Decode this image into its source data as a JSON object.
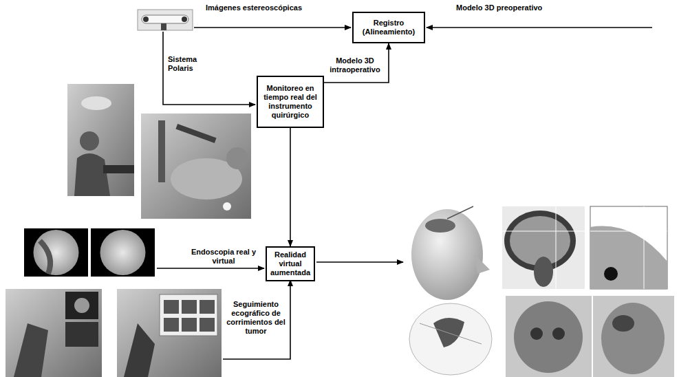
{
  "diagram": {
    "nodes": [
      {
        "text": [
          "Registro (Alineamiento)"
        ]
      },
      {
        "text": [
          "Monitoreo en tiempo real del instrumento quirúrgico"
        ]
      },
      {
        "text": [
          "Realidad virtual aumentada"
        ]
      }
    ],
    "edges": [
      {
        "from": 1,
        "to": 0,
        "label": "Modelo 3D intraoperativo",
        "arrow": "to"
      },
      {
        "from": 1,
        "to": 2,
        "arrow": "to"
      }
    ],
    "labels": [
      "Imágenes estereoscópicas",
      "Modelo 3D preoperativo",
      "Sistema Polaris",
      "Endoscopia real y virtual",
      "Seguimiento ecográfico de corrimientos del tumor"
    ]
  }
}
